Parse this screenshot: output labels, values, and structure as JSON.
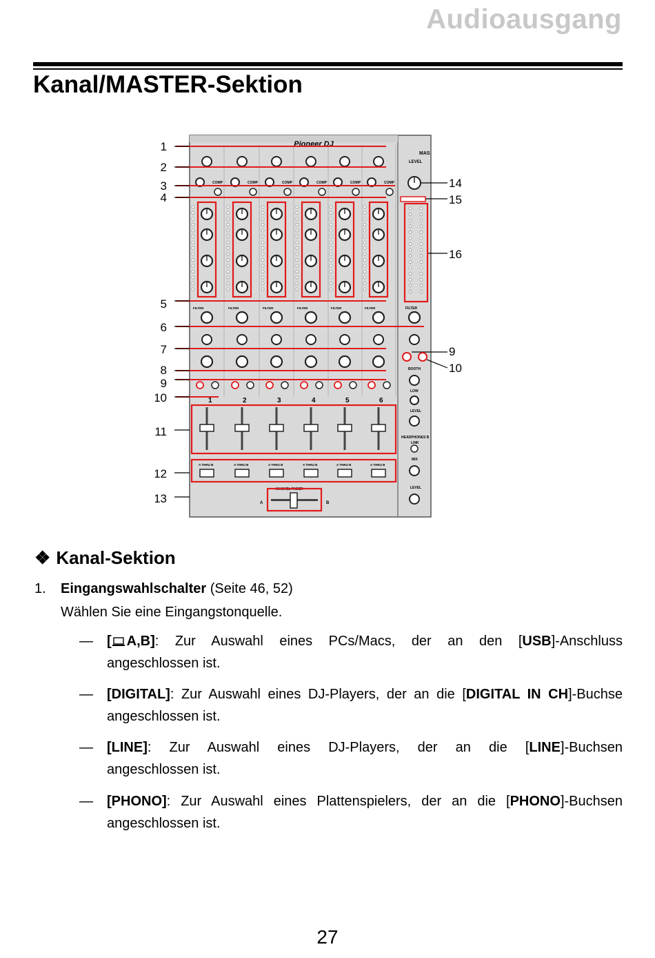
{
  "header": {
    "section": "Audioausgang"
  },
  "page_title": "Kanal/MASTER-Sektion",
  "figure": {
    "brand": "Pioneer DJ",
    "callouts": [
      "1",
      "2",
      "3",
      "4",
      "5",
      "6",
      "7",
      "8",
      "9",
      "10",
      "11",
      "12",
      "13",
      "14",
      "15",
      "16",
      "9",
      "10"
    ],
    "labels": {
      "filter": "FILTER",
      "comp": "COMP",
      "master": "MAS",
      "level": "LEVEL",
      "booth": "BOOTH",
      "low": "LOW",
      "headphones": "HEADPHONES B",
      "link": "LINK",
      "mix": "MIX",
      "magvel": "MAGVEL FADER",
      "thru": "A  THRU  B",
      "side_a": "A",
      "side_b": "B",
      "ch1": "1",
      "ch2": "2",
      "ch3": "3",
      "ch4": "4",
      "ch5": "5",
      "ch6": "6"
    }
  },
  "section": {
    "heading": "Kanal-Sektion",
    "symbol": "❖"
  },
  "item1": {
    "number": "1.",
    "title": "Eingangswahlschalter",
    "ref": "(Seite 46, 52)",
    "description": "Wählen Sie eine Eingangstonquelle."
  },
  "bullets": [
    {
      "dash": "—",
      "open": "[",
      "key": "A,B]",
      "lead": ": Zur Auswahl eines PCs/Macs, der an den [",
      "term": "USB",
      "tail": "]-Anschluss",
      "line2": "angeschlossen ist."
    },
    {
      "dash": "—",
      "key": "[DIGITAL]",
      "lead": ": Zur Auswahl eines DJ-Players, der an die [",
      "term": "DIGITAL IN CH",
      "tail": "]-Buchse",
      "line2": "angeschlossen ist."
    },
    {
      "dash": "—",
      "key": "[LINE]",
      "lead": ": Zur Auswahl eines DJ-Players, der an die [",
      "term": "LINE",
      "tail": "]-Buchsen",
      "line2": "angeschlossen ist."
    },
    {
      "dash": "—",
      "key": "[PHONO]",
      "lead": ": Zur Auswahl eines Plattenspielers, der an die [",
      "term": "PHONO",
      "tail": "]-Buchsen",
      "line2": "angeschlossen ist."
    }
  ],
  "page_number": "27",
  "colors": {
    "highlight": "#e11a1a",
    "panel": "#d9d9d9",
    "header_gray": "#c8c8c8"
  },
  "icons": {
    "pc": "laptop-icon"
  }
}
